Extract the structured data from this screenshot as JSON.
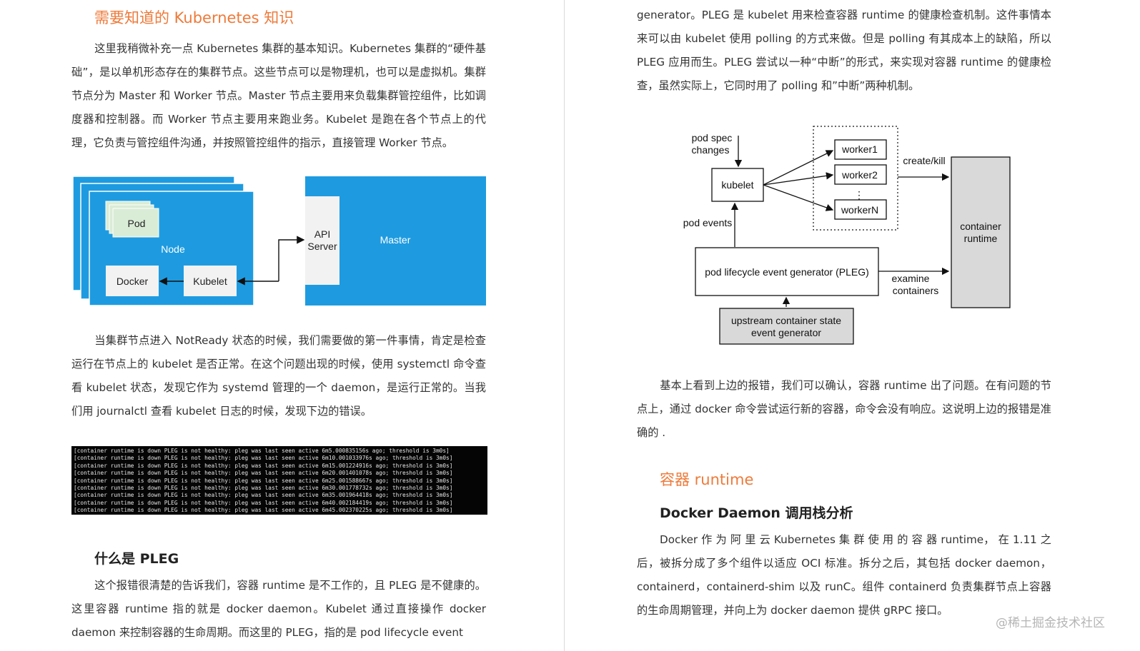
{
  "left": {
    "heading": "需要知道的 Kubernetes 知识",
    "para1": "这里我稍微补充一点 Kubernetes 集群的基本知识。Kubernetes 集群的“硬件基础”，是以单机形态存在的集群节点。这些节点可以是物理机，也可以是虚拟机。集群节点分为 Master 和 Worker 节点。Master 节点主要用来负载集群管控组件，比如调度器和控制器。而 Worker 节点主要用来跑业务。Kubelet 是跑在各个节点上的代理，它负责与管控组件沟通，并按照管控组件的指示，直接管理 Worker 节点。",
    "arch_diagram": {
      "pod": "Pod",
      "node": "Node",
      "docker": "Docker",
      "kubelet": "Kubelet",
      "api_line1": "API",
      "api_line2": "Server",
      "master": "Master"
    },
    "para2": "当集群节点进入 NotReady 状态的时候，我们需要做的第一件事情，肯定是检查运行在节点上的 kubelet 是否正常。在这个问题出现的时候，使用 systemctl 命令查看 kubelet 状态，发现它作为 systemd 管理的一个 daemon，是运行正常的。当我们用 journalctl 查看 kubelet 日志的时候，发现下边的错误。",
    "log_lines": [
      "[container runtime is down PLEG is not healthy: pleg was last seen active 6m5.000835156s ago; threshold is 3m0s]",
      "[container runtime is down PLEG is not healthy: pleg was last seen active 6m10.001033976s ago; threshold is 3m0s]",
      "[container runtime is down PLEG is not healthy: pleg was last seen active 6m15.001224916s ago; threshold is 3m0s]",
      "[container runtime is down PLEG is not healthy: pleg was last seen active 6m20.001401078s ago; threshold is 3m0s]",
      "[container runtime is down PLEG is not healthy: pleg was last seen active 6m25.001588667s ago; threshold is 3m0s]",
      "[container runtime is down PLEG is not healthy: pleg was last seen active 6m30.001778732s ago; threshold is 3m0s]",
      "[container runtime is down PLEG is not healthy: pleg was last seen active 6m35.001964418s ago; threshold is 3m0s]",
      "[container runtime is down PLEG is not healthy: pleg was last seen active 6m40.002184419s ago; threshold is 3m0s]",
      "[container runtime is down PLEG is not healthy: pleg was last seen active 6m45.002370225s ago; threshold is 3m0s]"
    ],
    "heading2": "什么是 PLEG",
    "para3": "这个报错很清楚的告诉我们，容器 runtime 是不工作的，且 PLEG 是不健康的。这里容器 runtime 指的就是 docker daemon。Kubelet 通过直接操作 docker daemon 来控制容器的生命周期。而这里的 PLEG，指的是 pod lifecycle event"
  },
  "right": {
    "para1": "generator。PLEG 是 kubelet 用来检查容器 runtime 的健康检查机制。这件事情本来可以由 kubelet 使用 polling 的方式来做。但是 polling 有其成本上的缺陷，所以 PLEG 应用而生。PLEG 尝试以一种“中断”的形式，来实现对容器 runtime 的健康检查，虽然实际上，它同时用了 polling 和”中断”两种机制。",
    "pleg_diagram": {
      "pod_spec_1": "pod spec",
      "pod_spec_2": "changes",
      "kubelet": "kubelet",
      "worker1": "worker1",
      "worker2": "worker2",
      "workerN": "workerN",
      "create_kill": "create/kill",
      "pod_events": "pod events",
      "pleg": "pod lifecycle event generator (PLEG)",
      "examine_1": "examine",
      "examine_2": "containers",
      "runtime_1": "container",
      "runtime_2": "runtime",
      "upstream_1": "upstream container state",
      "upstream_2": "event generator"
    },
    "para2": "基本上看到上边的报错，我们可以确认，容器 runtime 出了问题。在有问题的节点上，通过 docker 命令尝试运行新的容器，命令会没有响应。这说明上边的报错是准确的 .",
    "heading": "容器 runtime",
    "subheading": "Docker Daemon 调用栈分析",
    "para3": "Docker 作 为 阿 里 云 Kubernetes 集 群 使 用 的 容 器 runtime， 在 1.11 之后，被拆分成了多个组件以适应 OCI 标准。拆分之后，其包括 docker daemon，containerd，containerd-shim 以及 runC。组件 containerd 负责集群节点上容器的生命周期管理，并向上为 docker daemon 提供 gRPC 接口。"
  },
  "watermark": "@稀土掘金技术社区",
  "colors": {
    "accent": "#ee7a3a",
    "node_blue": "#1e9be0",
    "pod_green": "#d9ecd6"
  }
}
